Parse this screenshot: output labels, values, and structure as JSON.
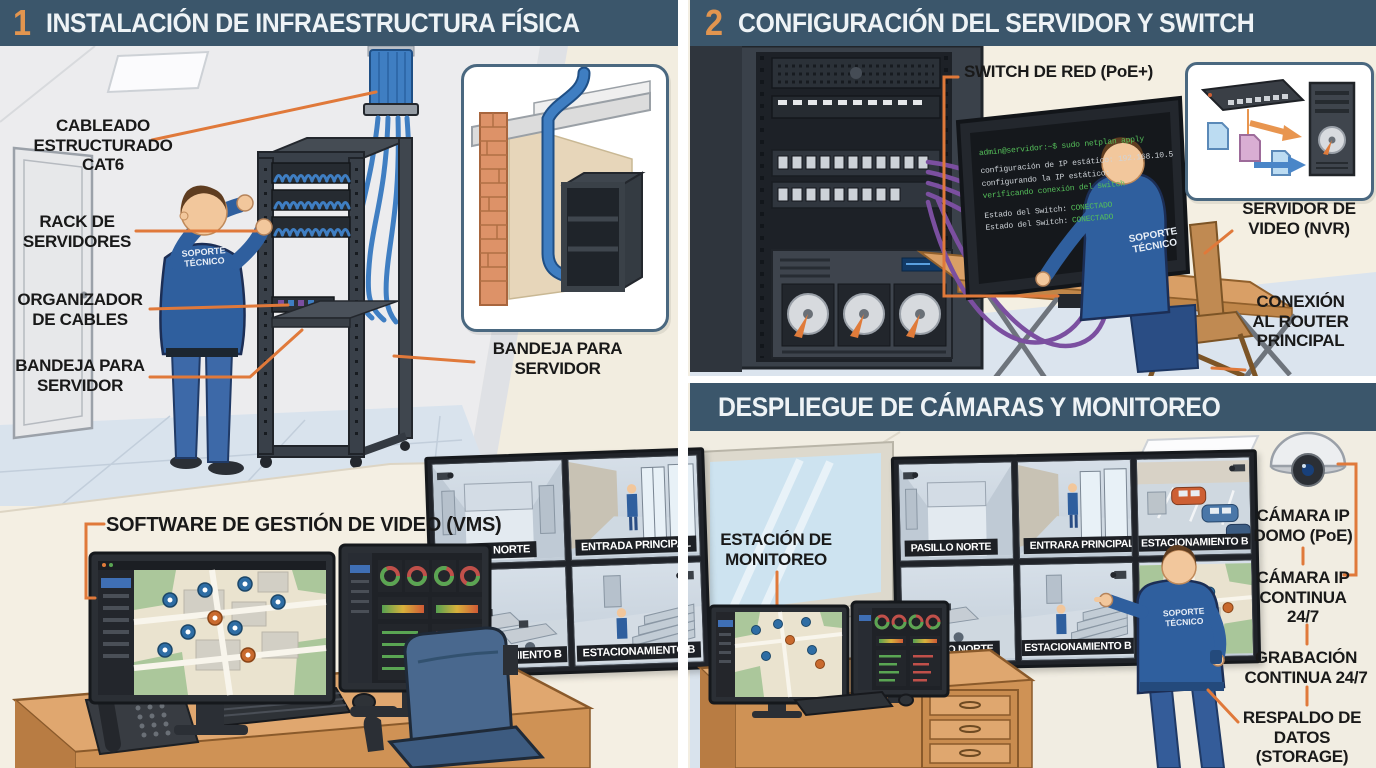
{
  "panel1": {
    "number": "1",
    "title": "INSTALACIÓN DE INFRAESTRUCTURA FÍSICA",
    "labels": {
      "cableado": "CABLEADO\nESTRUCTURADO\nCAT6",
      "rack": "RACK DE\nSERVIDORES",
      "organizador": "ORGANIZADOR\nDE CABLES",
      "bandeja": "BANDEJA PARA\nSERVIDOR",
      "bandeja_inset": "BANDEJA PARA\nSERVIDOR"
    },
    "technician_badge": "SOPORTE\nTÉCNICO"
  },
  "panel2": {
    "number": "2",
    "title": "CONFIGURACIÓN DEL SERVIDOR Y SWITCH",
    "labels": {
      "switch": "SWITCH DE RED (PoE+)",
      "servidor": "SERVIDOR DE\nVIDEO (NVR)",
      "conexion": "CONEXIÓN\nAL ROUTER\nPRINCIPAL"
    },
    "terminal": {
      "line1": "admin@servidor:~$ sudo netplan apply",
      "line2": "configuración de IP estático: 192.168.10.5",
      "line3": "configurando la IP estático:",
      "line4": "verificando conexión del switch",
      "line5_label": "Estado del Switch:",
      "line5_value": "CONECTADO",
      "line6_label": "Estado del Switch:",
      "line6_value": "CONECTADO"
    },
    "technician_badge": "SOPORTE\nTÉCNICO"
  },
  "panel3": {
    "title": "DESPLIEGUE DE CÁMARAS Y MONITOREO",
    "labels": {
      "estacion": "ESTACIÓN DE\nMONITOREO",
      "domo": "CÁMARA IP\nDOMO (PoE)",
      "continua": "CÁMARA IP\nCONTINUA\n24/7",
      "grabacion": "GRABACIÓN\nCONTINUA 24/7",
      "respaldo": "RESPALDO DE\nDATOS (STORAGE)"
    },
    "monitors": [
      "PASILLO NORTE",
      "ENTRARA PRINCIPAL",
      "ESTACIONAMIENTO B",
      "PASILLO NORTE",
      "ESTACIONAMIENTO B"
    ],
    "technician_badge": "SOPORTE\nTÉCNICO"
  },
  "panel4": {
    "label": "SOFTWARE DE GESTIÓN DE VIDEO (VMS)",
    "monitors": [
      "PASILLO NORTE",
      "ENTRADA PRINCIPAL",
      "ESTACIONAMIENTO B",
      "ESTACIONAMIENTO B"
    ]
  },
  "colors": {
    "header_bg": "#3b566b",
    "accent_orange": "#e0793a",
    "number_orange": "#e2954f",
    "cable_blue": "#3f7ec2",
    "cable_purple": "#7b4fa0"
  }
}
